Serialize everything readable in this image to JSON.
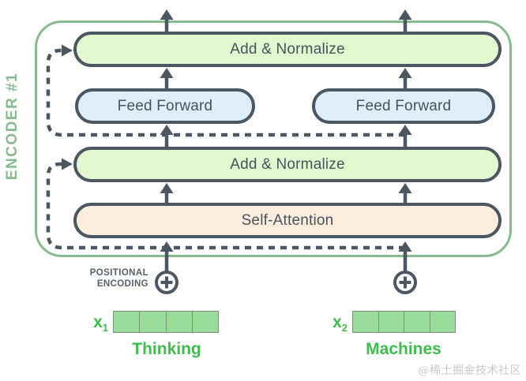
{
  "encoder": {
    "label": "ENCODER #1"
  },
  "blocks": {
    "add_norm_top": "Add & Normalize",
    "ff_left": "Feed Forward",
    "ff_right": "Feed Forward",
    "add_norm_mid": "Add & Normalize",
    "self_attention": "Self-Attention"
  },
  "positional_encoding": {
    "line1": "POSITIONAL",
    "line2": "ENCODING"
  },
  "icons": {
    "positional_add_left": "circle-plus",
    "positional_add_right": "circle-plus"
  },
  "inputs": [
    {
      "label_base": "x",
      "label_sub": "1",
      "word": "Thinking",
      "cells": 4
    },
    {
      "label_base": "x",
      "label_sub": "2",
      "word": "Machines",
      "cells": 4
    }
  ],
  "watermark": "@稀土掘金技术社区",
  "colors": {
    "encoder_green": "#86BB8E",
    "add_norm_fill": "#E4F8D0",
    "feed_forward_fill": "#DEEEFB",
    "self_attention_fill": "#FCEDDC",
    "stroke_dark": "#4B5763",
    "input_green_text": "#3EBD4C",
    "vector_cell_fill": "#9ADC9B",
    "watermark_gray": "#C8C8C8"
  }
}
